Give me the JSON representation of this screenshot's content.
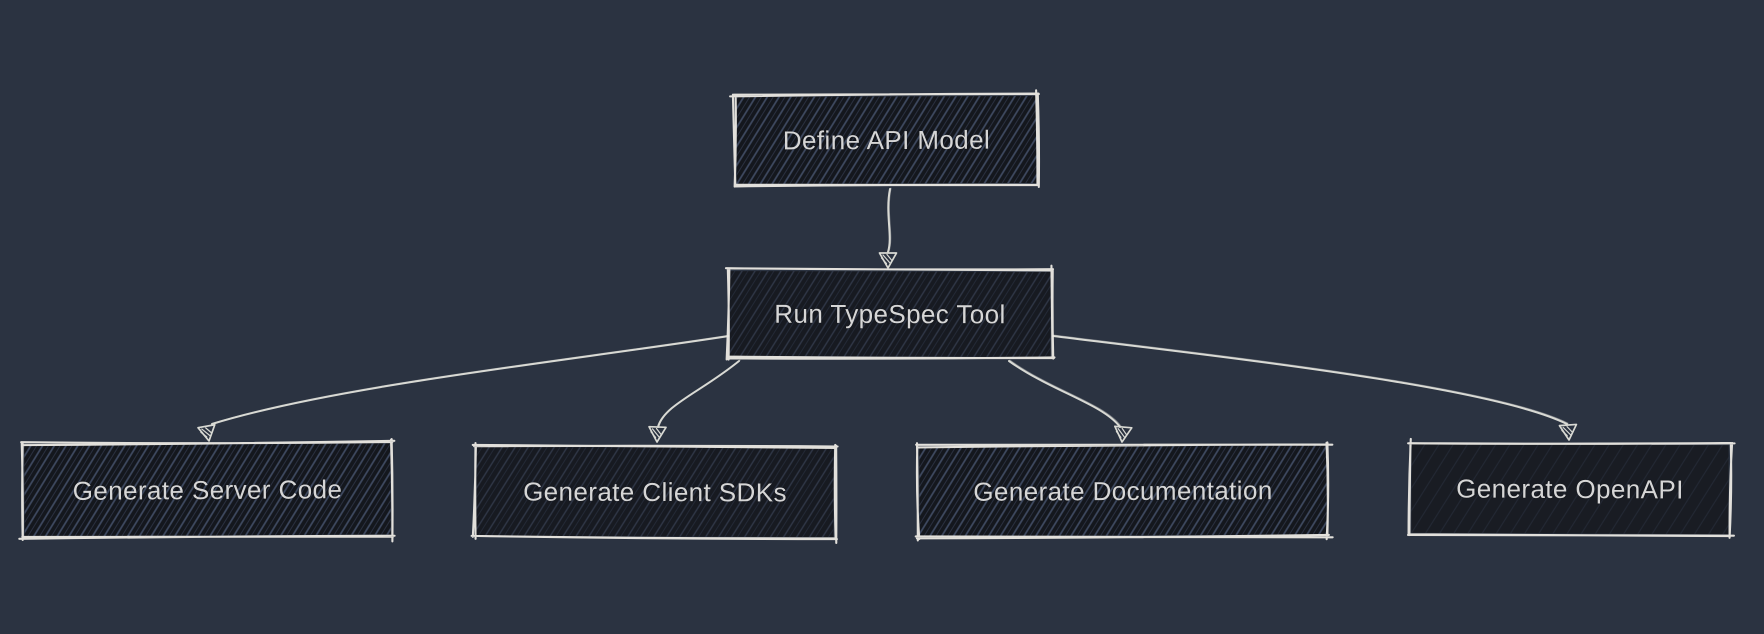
{
  "diagram": {
    "type": "flowchart",
    "orientation": "top-down",
    "style": "hand-drawn-sketch",
    "colors": {
      "background": "#2b3341",
      "node_fill": "#15181f",
      "node_hatch": "#3f4a61",
      "node_border": "#eceae4",
      "edge": "#d9dad4",
      "text": "#d6d6d6"
    },
    "nodes": [
      {
        "id": "define-api-model",
        "label": "Define API Model"
      },
      {
        "id": "run-typespec-tool",
        "label": "Run TypeSpec Tool"
      },
      {
        "id": "generate-server-code",
        "label": "Generate Server Code"
      },
      {
        "id": "generate-client-sdks",
        "label": "Generate Client SDKs"
      },
      {
        "id": "generate-documentation",
        "label": "Generate Documentation"
      },
      {
        "id": "generate-openapi",
        "label": "Generate OpenAPI"
      }
    ],
    "edges": [
      {
        "from": "define-api-model",
        "to": "run-typespec-tool"
      },
      {
        "from": "run-typespec-tool",
        "to": "generate-server-code"
      },
      {
        "from": "run-typespec-tool",
        "to": "generate-client-sdks"
      },
      {
        "from": "run-typespec-tool",
        "to": "generate-documentation"
      },
      {
        "from": "run-typespec-tool",
        "to": "generate-openapi"
      }
    ]
  }
}
